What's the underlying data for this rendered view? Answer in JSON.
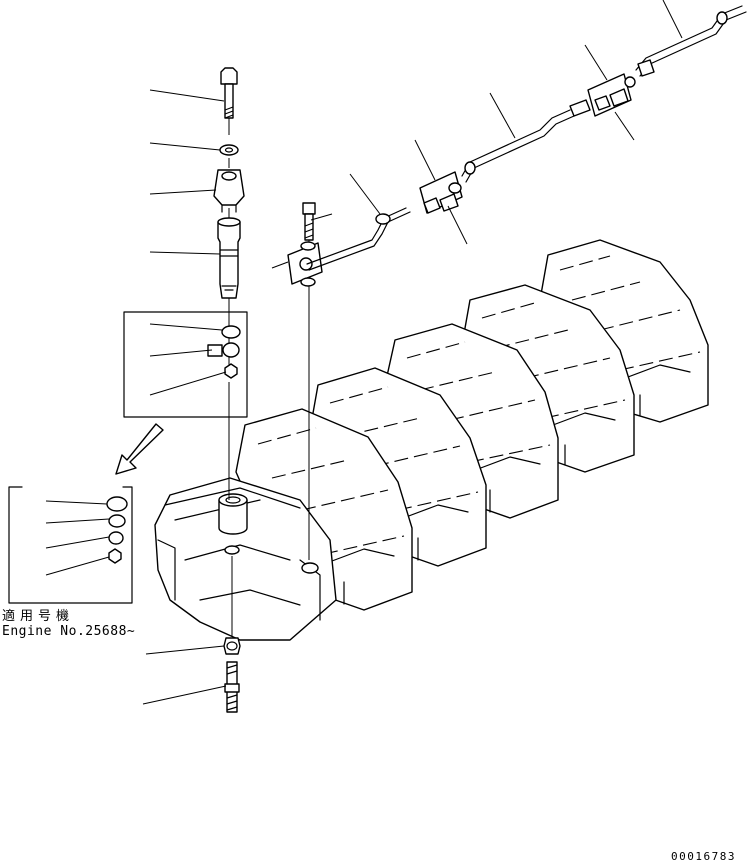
{
  "notes": {
    "applicable_label": "適用号機",
    "serial_range": "Engine No.25688~"
  },
  "drawing_number": "00016783",
  "colors": {
    "line": "#000000",
    "background": "#ffffff"
  }
}
